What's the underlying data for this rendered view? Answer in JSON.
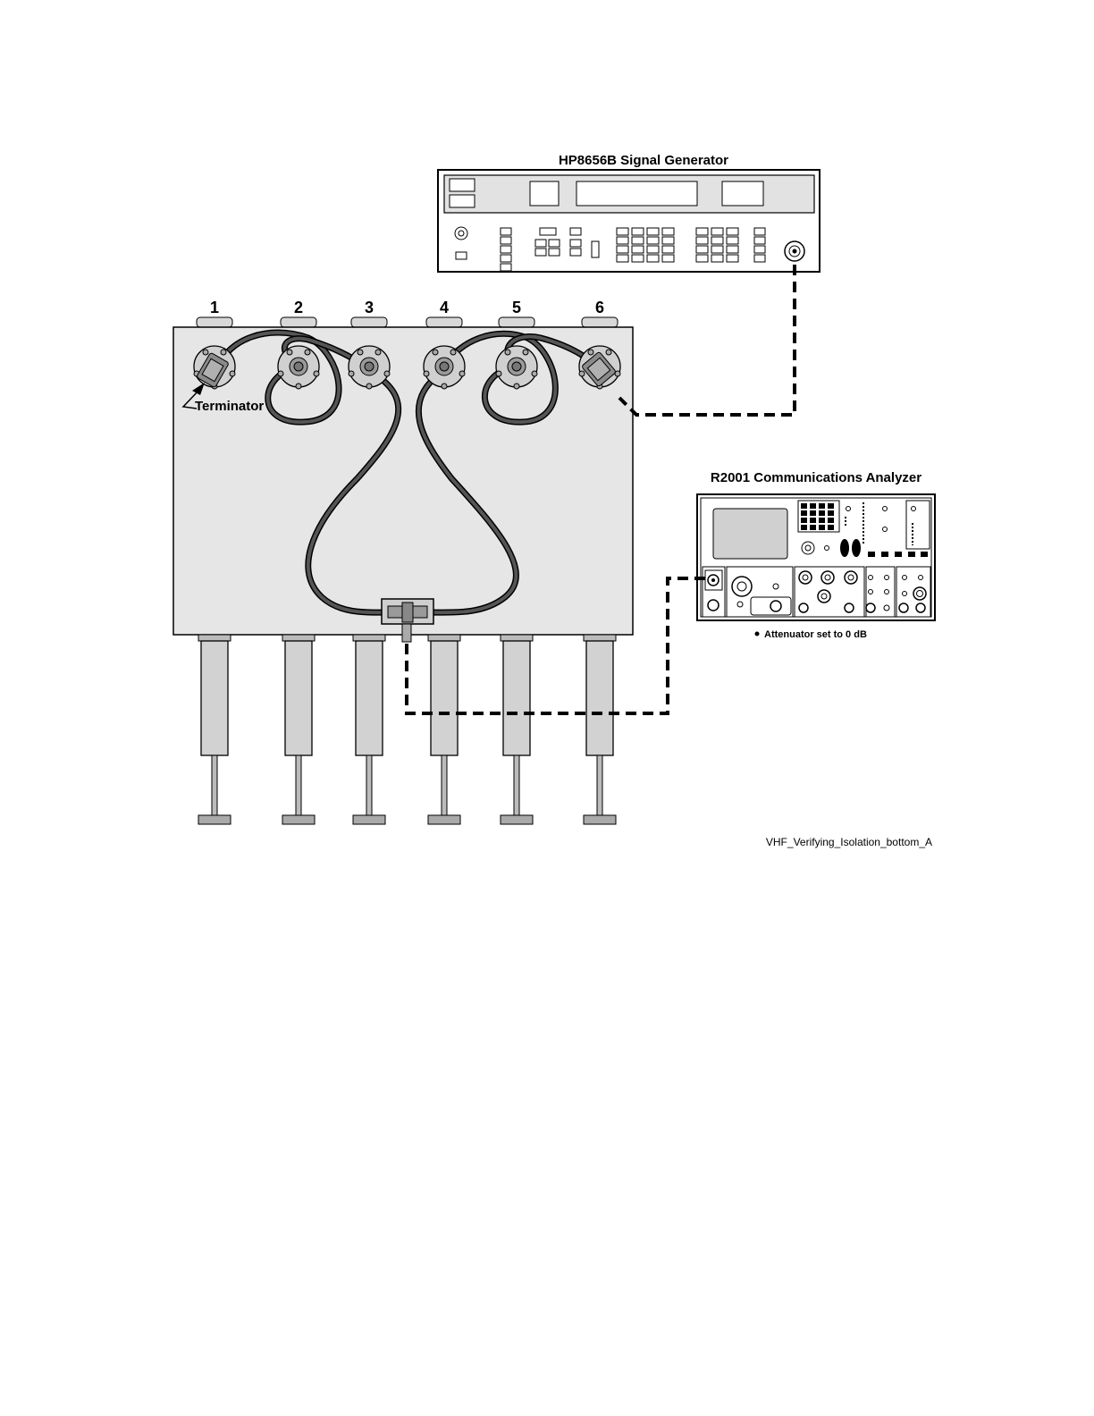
{
  "diagram": {
    "signal_generator_title": "HP8656B Signal Generator",
    "analyzer_title": "R2001 Communications Analyzer",
    "analyzer_note": "Attenuator set to 0 dB",
    "terminator_label": "Terminator",
    "file_name": "VHF_Verifying_Isolation_bottom_A",
    "ports": [
      "1",
      "2",
      "3",
      "4",
      "5",
      "6"
    ]
  },
  "colors": {
    "panel_fill": "#e6e6e6",
    "outline": "#000000",
    "cable": "#4a4a4a",
    "display_fill": "#d0d0d0"
  }
}
